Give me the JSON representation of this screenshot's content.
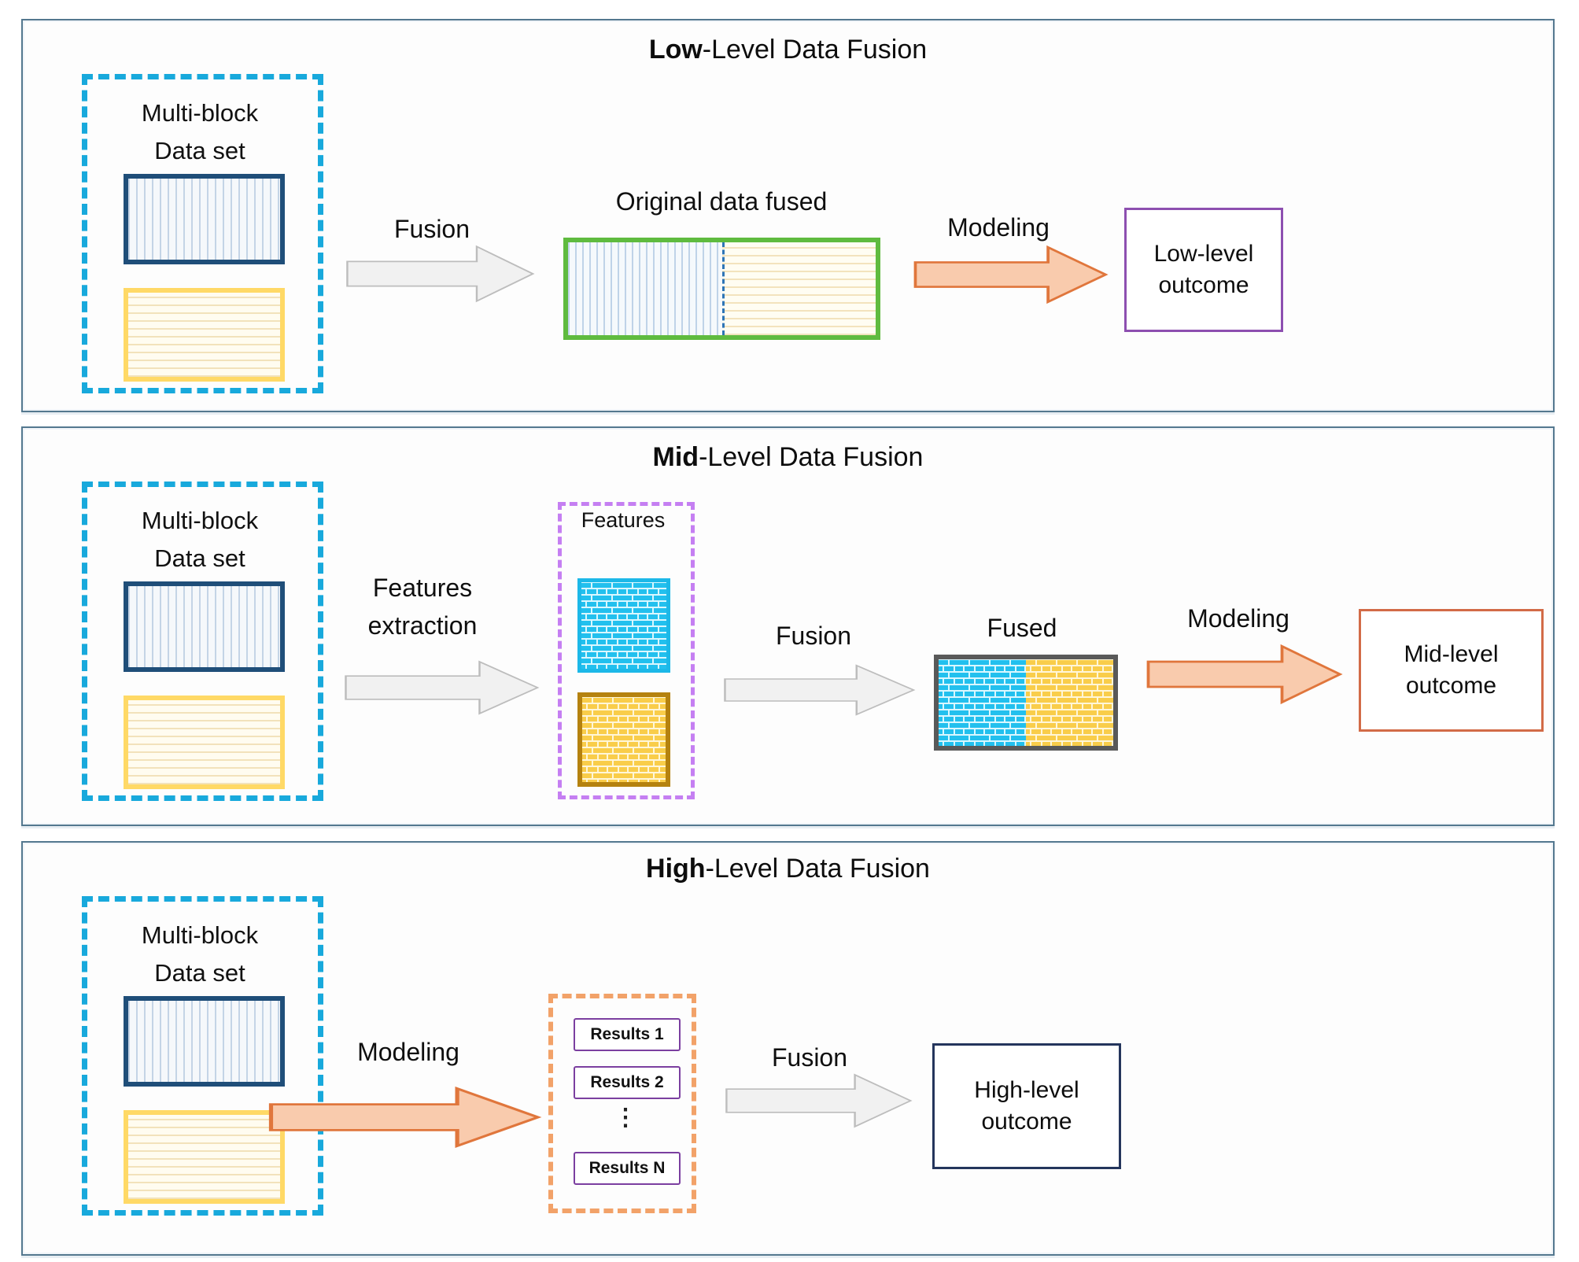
{
  "panel_low": {
    "title_bold": "Low",
    "title_rest": "-Level Data Fusion",
    "multiblock_line1": "Multi-block",
    "multiblock_line2": "Data set",
    "fusion_label": "Fusion",
    "fused_caption": "Original data fused",
    "modeling_label": "Modeling",
    "outcome_line1": "Low-level",
    "outcome_line2": "outcome"
  },
  "panel_mid": {
    "title_bold": "Mid",
    "title_rest": "-Level Data Fusion",
    "multiblock_line1": "Multi-block",
    "multiblock_line2": "Data set",
    "features_extraction_line1": "Features",
    "features_extraction_line2": "extraction",
    "features_label": "Features",
    "fusion_label": "Fusion",
    "fused_label": "Fused",
    "modeling_label": "Modeling",
    "outcome_line1": "Mid-level",
    "outcome_line2": "outcome"
  },
  "panel_high": {
    "title_bold": "High",
    "title_rest": "-Level Data Fusion",
    "multiblock_line1": "Multi-block",
    "multiblock_line2": "Data set",
    "modeling_label": "Modeling",
    "results": [
      "Results 1",
      "Results 2",
      "⋮",
      "Results N"
    ],
    "fusion_label": "Fusion",
    "outcome_line1": "High-level",
    "outcome_line2": "outcome"
  },
  "colors": {
    "panel_border": "#54788f",
    "multiblock_dash": "#18a9dc",
    "block_blue_border": "#1f4e79",
    "block_yellow_border": "#ffd966",
    "green_fused_border": "#5fbb3f",
    "divider_dash_blue": "#2e75b6",
    "gray_arrow_fill": "#f1f1f1",
    "orange_arrow_fill": "#f9cbad",
    "orange_arrow_stroke": "#e0763c",
    "low_outcome_border": "#8d4fb0",
    "features_dash": "#c57ff2",
    "cyan_brick": "#22c0ee",
    "gold_brick": "#f9cd4a",
    "fused_border": "#595959",
    "mid_outcome_border": "#d26b47",
    "results_dash": "#f2a269",
    "results_box_border": "#7b3fa0",
    "high_outcome_border": "#24355c"
  }
}
